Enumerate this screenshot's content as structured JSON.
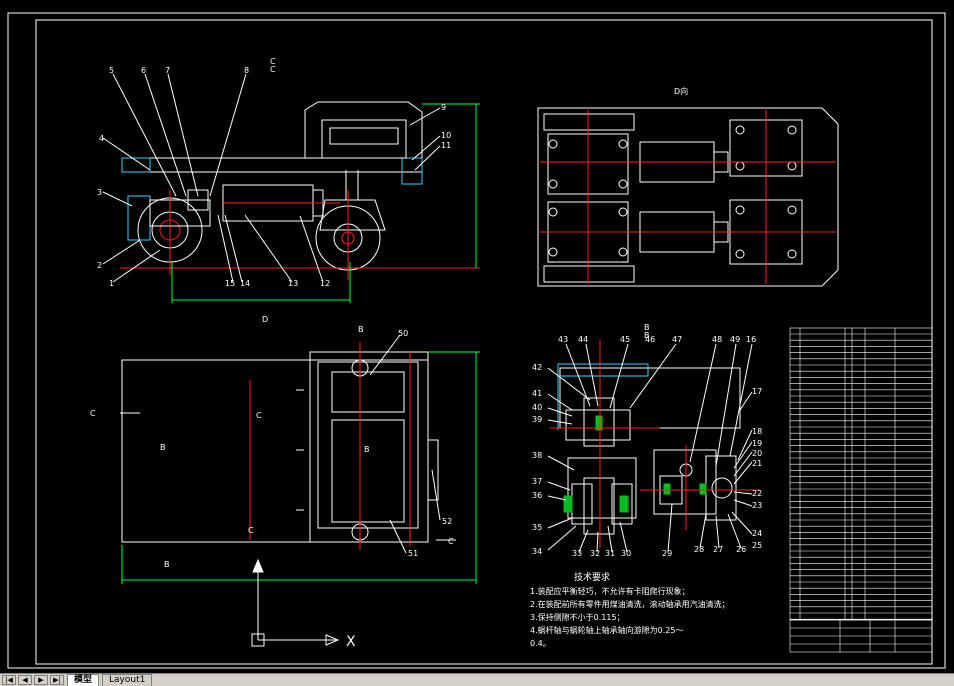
{
  "drawing": {
    "view_labels": {
      "section_cc_top": "C",
      "section_cc_bottom": "C",
      "view_d": "D向",
      "view_d_arrow": "D",
      "section_b_top": "B",
      "section_b_bottom": "B",
      "section_bb_top": "B",
      "section_bb_bottom": "B",
      "side_c_left": "C",
      "side_c_right": "C",
      "c_small": "C",
      "c_small2": "C",
      "b_small1": "B",
      "b_small2": "B"
    },
    "callouts_top": [
      "5",
      "6",
      "7",
      "8",
      "4",
      "3",
      "2",
      "1",
      "15",
      "14",
      "13",
      "12",
      "9",
      "10",
      "11"
    ],
    "callouts_plan": [
      "50",
      "51",
      "52"
    ],
    "callouts_section": [
      "43",
      "44",
      "45",
      "46",
      "47",
      "48",
      "49",
      "16",
      "42",
      "41",
      "40",
      "39",
      "38",
      "37",
      "36",
      "35",
      "34",
      "33",
      "32",
      "31",
      "30",
      "29",
      "28",
      "27",
      "26",
      "25",
      "24",
      "23",
      "22",
      "21",
      "20",
      "19",
      "18",
      "17"
    ],
    "notes_title": "技术要求",
    "notes": [
      "1.装配应平衡轻巧，不允许有卡阻爬行现象；",
      "2.在装配前所有零件用煤油清洗，滚动轴承用汽油清洗；",
      "3.保持侧隙不小于0.115；",
      "4.蜗杆轴与蜗轮轴上轴承轴向游隙为0.25～",
      "0.4。"
    ],
    "ucs_label": "X"
  },
  "tabs": {
    "model": "模型",
    "layout1": "Layout1"
  },
  "colors": {
    "bg": "#000000",
    "line": "#ffffff",
    "center": "#ff2020",
    "dim": "#00ff40",
    "hidden": "#40d0ff",
    "accent": "#ff00ff"
  }
}
